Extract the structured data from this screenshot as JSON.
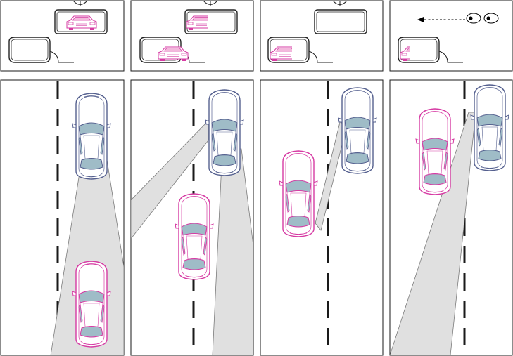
{
  "figure": {
    "panel_count": 4,
    "colors": {
      "background": "#ffffff",
      "frame": "#1a1a1a",
      "road_dash": "#1a1a1a",
      "mirror": "#222222",
      "blind_zone_fill": "#e0e0e0",
      "blind_zone_stroke": "#7a7a7a",
      "own_car_stroke": "#55608f",
      "own_car_glass": "#9fbcc7",
      "other_car_stroke": "#d63aa3",
      "other_car_glass": "#9fbcc7",
      "eye": "#000000"
    },
    "icons": {
      "mirror": "mirror-icon",
      "own_car": "own-car-icon",
      "other_car": "overtaking-car-icon",
      "eyes": "eyes-icon",
      "view_arrow": "dashed-arrow-left-icon"
    },
    "sequence": [
      {
        "step": 1,
        "reflection": "rear-view-mirror",
        "eyes_shown": false
      },
      {
        "step": 2,
        "reflection": "rear-view-and-side-mirror",
        "eyes_shown": false
      },
      {
        "step": 3,
        "reflection": "side-mirror-partial",
        "eyes_shown": false
      },
      {
        "step": 4,
        "reflection": "side-mirror-edge",
        "eyes_shown": true
      }
    ]
  }
}
